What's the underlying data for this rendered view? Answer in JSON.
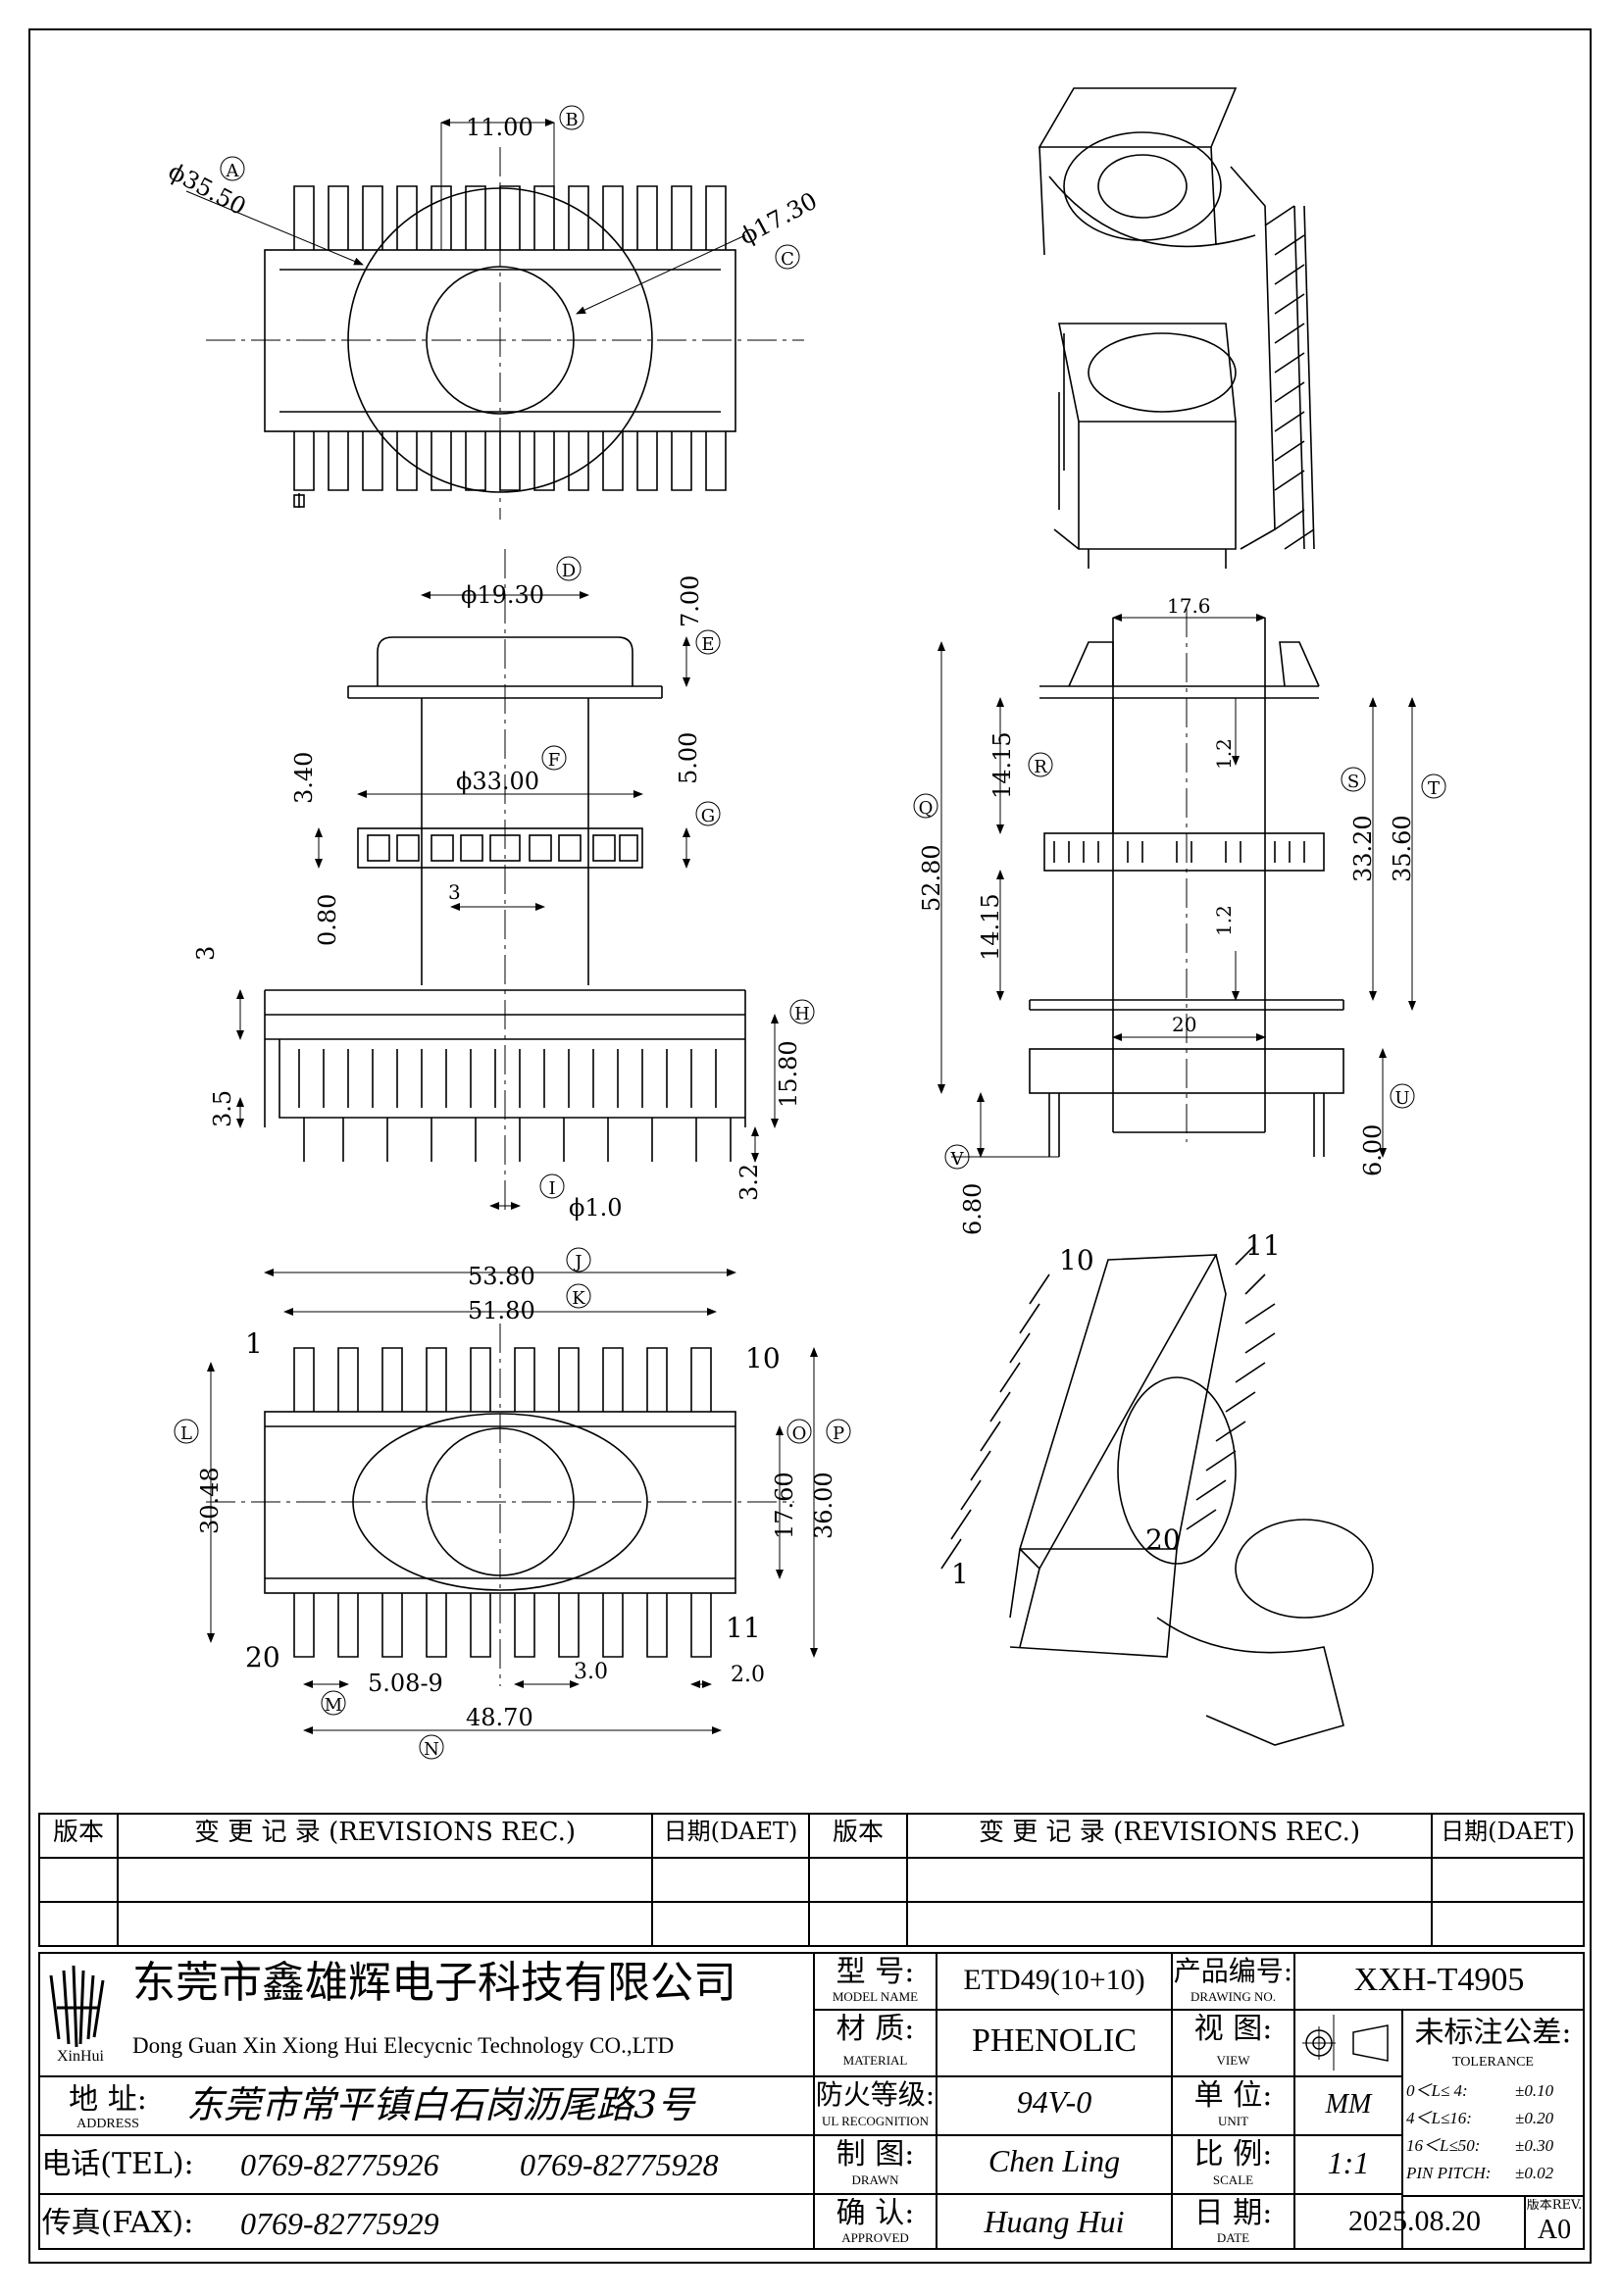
{
  "drawing": {
    "top_view": {
      "dim_11": "11.00",
      "dim_dia355": "ϕ35.50",
      "dim_dia173": "ϕ17.30",
      "label_A": "A",
      "label_B": "B",
      "label_C": "C"
    },
    "front_view": {
      "dim_dia193": "ϕ19.30",
      "dim_700": "7.00",
      "dim_dia330": "ϕ33.00",
      "dim_500": "5.00",
      "dim_340": "3.40",
      "dim_080": "0.80",
      "dim_3a": "3",
      "dim_3b": "3",
      "dim_35": "3.5",
      "dim_1580": "15.80",
      "dim_32": "3.2",
      "dim_dia10": "ϕ1.0",
      "label_D": "D",
      "label_E": "E",
      "label_F": "F",
      "label_G": "G",
      "label_H": "H",
      "label_I": "I"
    },
    "side_view": {
      "dim_176": "17.6",
      "dim_1415a": "14.15",
      "dim_12a": "1.2",
      "dim_5280": "52.80",
      "dim_3320": "33.20",
      "dim_3560": "35.60",
      "dim_1415b": "14.15",
      "dim_12b": "1.2",
      "dim_20": "20",
      "dim_600": "6.00",
      "dim_680": "6.80",
      "label_Q": "Q",
      "label_R": "R",
      "label_S": "S",
      "label_T": "T",
      "label_U": "U",
      "label_V": "V"
    },
    "bottom_view": {
      "dim_5380": "53.80",
      "dim_5180": "51.80",
      "dim_3048": "30.48",
      "dim_1760": "17.60",
      "dim_3600": "36.00",
      "dim_508": "5.08-9",
      "dim_30": "3.0",
      "dim_20": "2.0",
      "dim_4870": "48.70",
      "pin_1": "1",
      "pin_10": "10",
      "pin_11": "11",
      "pin_20": "20",
      "label_J": "J",
      "label_K": "K",
      "label_L": "L",
      "label_M": "M",
      "label_N": "N",
      "label_O": "O",
      "label_P": "P"
    },
    "iso_view": {
      "pin_10": "10",
      "pin_11": "11",
      "pin_1": "1",
      "pin_20": "20"
    }
  },
  "revisions": {
    "col_rev": "版本",
    "col_rec": "变 更 记 录  (REVISIONS REC.)",
    "col_date": "日期(DAET)"
  },
  "title_block": {
    "company_cn": "东莞市鑫雄辉电子科技有限公司",
    "company_en": "Dong Guan Xin Xiong Hui Elecycnic Technology CO.,LTD",
    "logo_text": "XinHui",
    "address_label": "地  址:",
    "address_label_en": "ADDRESS",
    "address": "东莞市常平镇白石岗沥尾路3号",
    "tel_label": "电话(TEL):",
    "tel1": "0769-82775926",
    "tel2": "0769-82775928",
    "fax_label": "传真(FAX):",
    "fax": "0769-82775929",
    "model_label": "型  号:",
    "model_label_en": "MODEL NAME",
    "model": "ETD49(10+10)",
    "material_label": "材  质:",
    "material_label_en": "MATERIAL",
    "material": "PHENOLIC",
    "ul_label": "防火等级:",
    "ul_label_en": "UL RECOGNITION",
    "ul": "94V-0",
    "drawn_label": "制  图:",
    "drawn_label_en": "DRAWN",
    "drawn": "Chen Ling",
    "approved_label": "确  认:",
    "approved_label_en": "APPROVED",
    "approved": "Huang Hui",
    "drawing_no_label": "产品编号:",
    "drawing_no_label_en": "DRAWING NO.",
    "drawing_no": "XXH-T4905",
    "view_label": "视  图:",
    "view_label_en": "VIEW",
    "unit_label": "单  位:",
    "unit_label_en": "UNIT",
    "unit": "MM",
    "scale_label": "比  例:",
    "scale_label_en": "SCALE",
    "scale": "1:1",
    "date_label": "日  期:",
    "date_label_en": "DATE",
    "date": "2025.08.20",
    "tolerance_label": "未标注公差:",
    "tolerance_label_en": "TOLERANCE",
    "tolerances": [
      {
        "range": "0＜L≤ 4:",
        "value": "±0.10"
      },
      {
        "range": "4＜L≤16:",
        "value": "±0.20"
      },
      {
        "range": "16＜L≤50:",
        "value": "±0.30"
      },
      {
        "range": "PIN PITCH:",
        "value": "±0.02"
      }
    ],
    "rev_label": "版本REV.",
    "rev": "A0"
  }
}
